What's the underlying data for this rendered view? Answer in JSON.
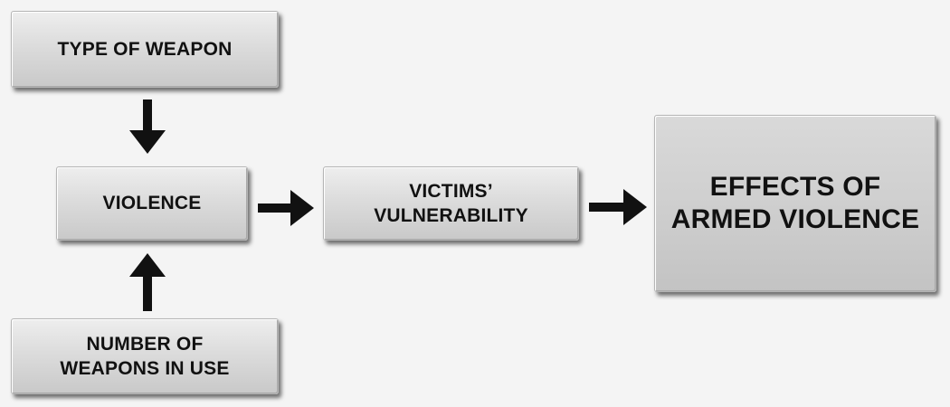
{
  "diagram": {
    "boxes": {
      "type_of_weapon": "TYPE OF WEAPON",
      "violence": "VIOLENCE",
      "number_of_weapons": "NUMBER OF\nWEAPONS IN USE",
      "victims_vulnerability": "VICTIMS’\nVULNERABILITY",
      "effects": "EFFECTS OF\nARMED VIOLENCE"
    },
    "colors": {
      "background": "#f4f4f4",
      "box_fill": "#d9d9d9",
      "arrow": "#111111",
      "text": "#111111"
    }
  }
}
